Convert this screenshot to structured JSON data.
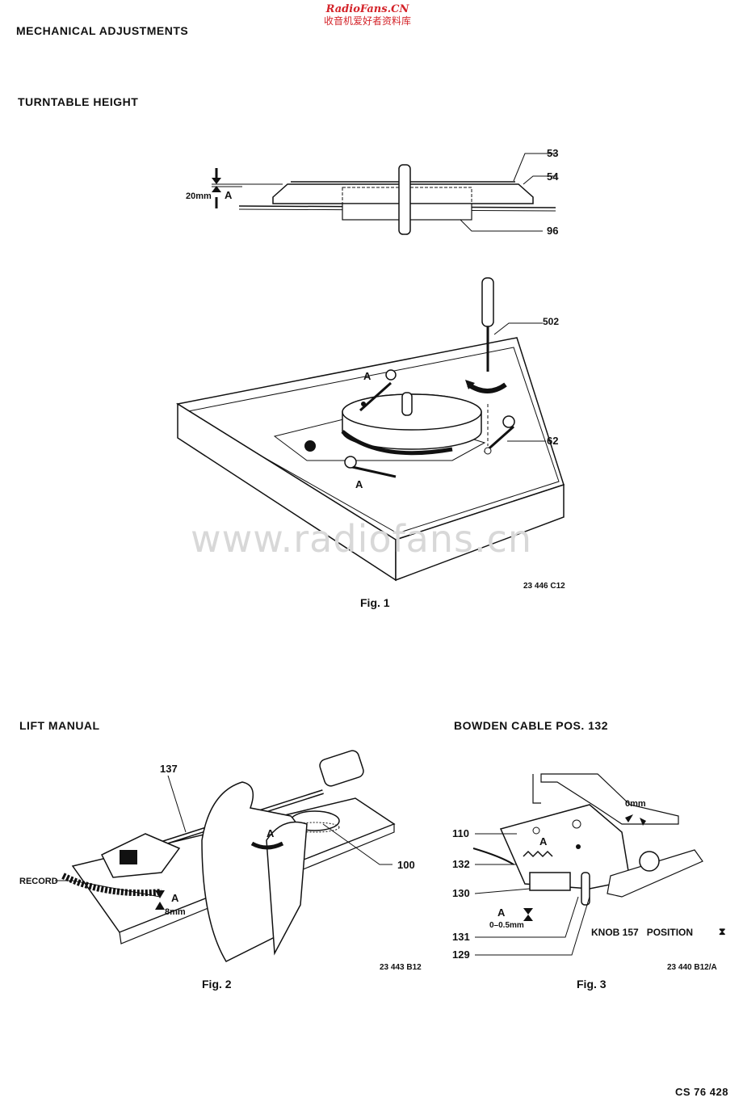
{
  "header": {
    "title": "MECHANICAL ADJUSTMENTS",
    "watermark_site": "RadioFans.CN",
    "watermark_cn": "收音机爱好者资料库"
  },
  "sections": {
    "turntable_height": "TURNTABLE HEIGHT",
    "lift_manual": "LIFT MANUAL",
    "bowden_cable": "BOWDEN CABLE POS. 132"
  },
  "fig1": {
    "label_20mm": "20mm",
    "label_A": "A",
    "part_53": "53",
    "part_54": "54",
    "part_96": "96",
    "part_502": "502",
    "part_62": "62",
    "adj_A1": "A",
    "adj_A2": "A",
    "drawing_code": "23 446 C12",
    "caption": "Fig. 1",
    "watermark_url": "www.radiofans.cn"
  },
  "fig2": {
    "part_137": "137",
    "part_100": "100",
    "record": "RECORD",
    "label_A": "A",
    "label_A2": "A",
    "label_8mm": "8mm",
    "drawing_code": "23 443 B12",
    "caption": "Fig. 2"
  },
  "fig3": {
    "label_0mm": "0mm",
    "part_110": "110",
    "part_132": "132",
    "part_130": "130",
    "part_131": "131",
    "part_129": "129",
    "label_A": "A",
    "label_A2": "A",
    "label_gap": "0–0.5mm",
    "knob_note": "KNOB 157   POSITION",
    "position_symbol": "⧗",
    "drawing_code": "23 440 B12/A",
    "caption": "Fig. 3"
  },
  "footer": {
    "doc_code": "CS 76 428"
  }
}
